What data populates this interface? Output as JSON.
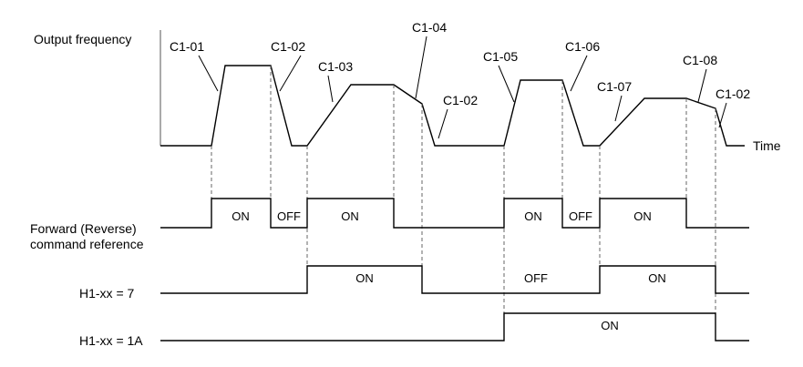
{
  "labels": {
    "output_frequency": "Output frequency",
    "time": "Time",
    "forward_line1": "Forward (Reverse)",
    "forward_line2": "command reference",
    "h1_7": "H1-xx = 7",
    "h1_1a": "H1-xx = 1A"
  },
  "params": {
    "c1_01": "C1-01",
    "c1_02": "C1-02",
    "c1_03": "C1-03",
    "c1_04": "C1-04",
    "c1_05": "C1-05",
    "c1_06": "C1-06",
    "c1_07": "C1-07",
    "c1_08": "C1-08"
  },
  "states": {
    "on": "ON",
    "off": "OFF"
  }
}
